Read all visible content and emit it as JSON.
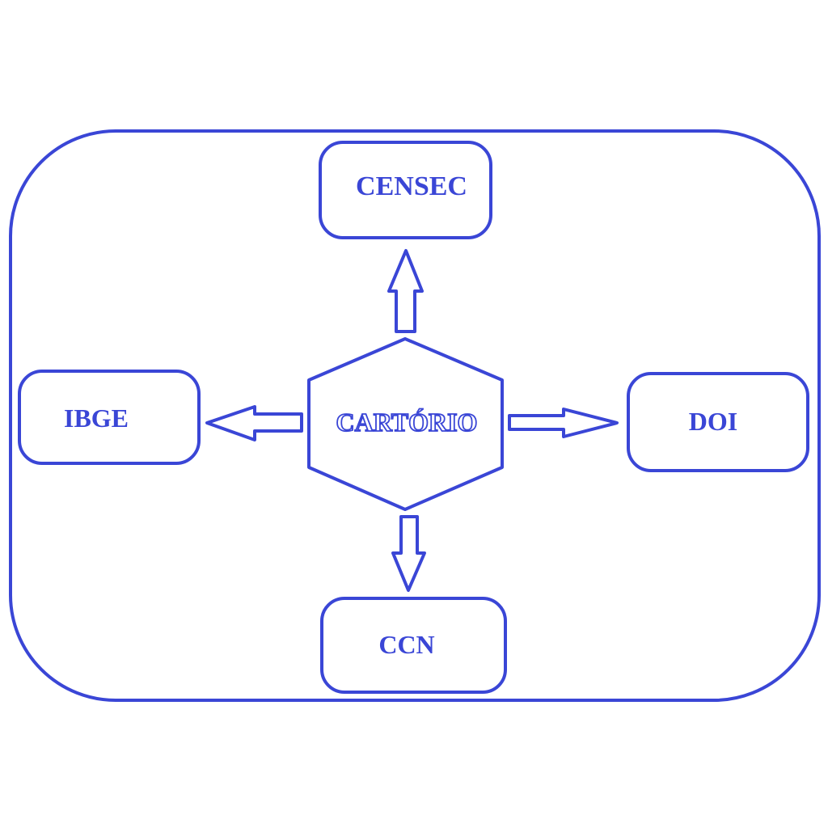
{
  "diagram": {
    "center": {
      "label": "CARTÓRIO"
    },
    "nodes": {
      "top": {
        "label": "CENSEC"
      },
      "left": {
        "label": "IBGE"
      },
      "right": {
        "label": "DOI"
      },
      "bottom": {
        "label": "CCN"
      }
    },
    "edges": [
      {
        "from": "CARTÓRIO",
        "to": "CENSEC",
        "direction": "up"
      },
      {
        "from": "CARTÓRIO",
        "to": "IBGE",
        "direction": "left"
      },
      {
        "from": "CARTÓRIO",
        "to": "DOI",
        "direction": "right"
      },
      {
        "from": "CARTÓRIO",
        "to": "CCN",
        "direction": "down"
      }
    ],
    "colors": {
      "stroke": "#3a46d6",
      "text": "#3a46d6",
      "background": "#ffffff"
    }
  }
}
